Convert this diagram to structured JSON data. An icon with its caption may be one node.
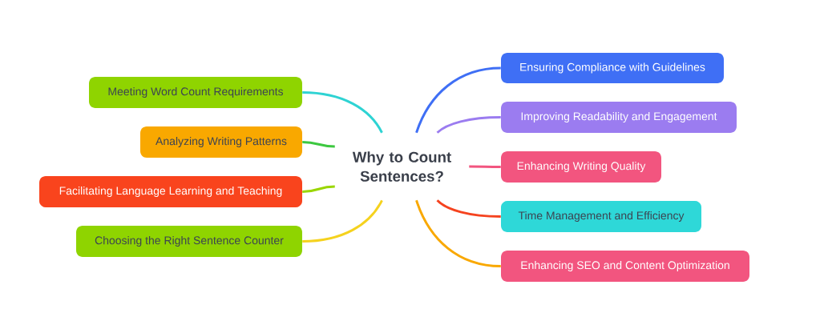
{
  "diagram": {
    "nodes": [
      {
        "text": [
          "Why to Count Sentences?"
        ]
      },
      {
        "text": [
          "Ensuring Compliance with Guidelines"
        ]
      },
      {
        "text": [
          "Improving Readability and Engagement"
        ]
      },
      {
        "text": [
          "Enhancing Writing Quality"
        ]
      },
      {
        "text": [
          "Time Management and Efficiency"
        ]
      },
      {
        "text": [
          "Enhancing SEO and Content Optimization"
        ]
      },
      {
        "text": [
          "Meeting Word Count Requirements"
        ]
      },
      {
        "text": [
          "Analyzing Writing Patterns"
        ]
      },
      {
        "text": [
          "Facilitating Language Learning and Teaching"
        ]
      },
      {
        "text": [
          "Choosing the Right Sentence Counter"
        ]
      }
    ],
    "edges": [
      {
        "from": 0,
        "to": 1,
        "arrow": "none",
        "color": "#3f6ff5"
      },
      {
        "from": 0,
        "to": 2,
        "arrow": "none",
        "color": "#9b7cf0"
      },
      {
        "from": 0,
        "to": 3,
        "arrow": "none",
        "color": "#f2557f"
      },
      {
        "from": 0,
        "to": 4,
        "arrow": "none",
        "color": "#f5431f"
      },
      {
        "from": 0,
        "to": 5,
        "arrow": "none",
        "color": "#f9a800"
      },
      {
        "from": 0,
        "to": 6,
        "arrow": "none",
        "color": "#2ed3d3"
      },
      {
        "from": 0,
        "to": 7,
        "arrow": "none",
        "color": "#3dc840"
      },
      {
        "from": 0,
        "to": 8,
        "arrow": "none",
        "color": "#9ad600"
      },
      {
        "from": 0,
        "to": 9,
        "arrow": "none",
        "color": "#f5d21e"
      }
    ]
  }
}
